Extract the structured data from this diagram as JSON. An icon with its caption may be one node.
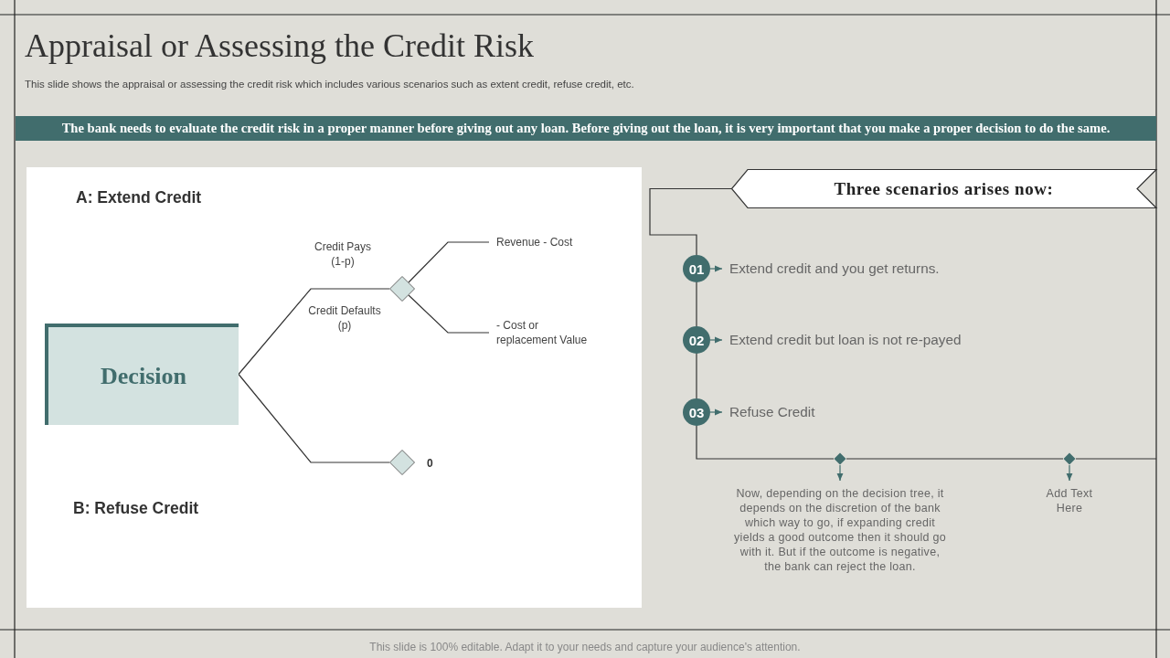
{
  "diagram": {
    "title": "Appraisal or Assessing the Credit Risk",
    "nodes": [
      {
        "text": [
          "The bank needs to evaluate the credit risk in a proper manner before giving out any loan. Before giving out the loan, it is very important that you make a proper decision to do the same."
        ]
      },
      {
        "text": [
          "A: Extend Credit",
          "B: Refuse Credit"
        ]
      },
      {
        "text": [
          "Decision"
        ],
        "in": 1
      },
      {
        "text": [],
        "shape": "diamond",
        "in": 1
      },
      {
        "text": [],
        "shape": "diamond",
        "in": 1,
        "beside": [
          "0"
        ]
      },
      {
        "text": [
          "Revenue - Cost"
        ],
        "in": 1
      },
      {
        "text": [
          "- Cost or replacement Value"
        ],
        "in": 1
      },
      {
        "text": [
          "Three scenarios arises now:"
        ]
      },
      {
        "text": [
          "01"
        ]
      },
      {
        "text": [
          "Extend credit and you get returns."
        ]
      },
      {
        "text": [
          "02"
        ]
      },
      {
        "text": [
          "Extend credit but loan is not re-payed"
        ]
      },
      {
        "text": [
          "03"
        ]
      },
      {
        "text": [
          "Refuse Credit"
        ]
      },
      {
        "text": [],
        "shape": "diamond"
      },
      {
        "text": [
          "Now, depending on the decision tree, it depends on the discretion of the bank which way to go, if expanding credit yields a good outcome then it should go with it. But if the outcome is negative, the bank can reject the loan."
        ]
      },
      {
        "text": [],
        "shape": "diamond"
      },
      {
        "text": [
          "Add Text Here"
        ]
      }
    ],
    "edges": [
      {
        "from": 2,
        "to": 3,
        "arrow": "none"
      },
      {
        "from": 2,
        "to": 4,
        "arrow": "none"
      },
      {
        "from": 3,
        "to": 5,
        "arrow": "none"
      },
      {
        "from": 3,
        "to": 6,
        "arrow": "none"
      },
      {
        "from": 7,
        "to": 8,
        "arrow": "none"
      },
      {
        "from": 8,
        "to": 10,
        "arrow": "none"
      },
      {
        "from": 10,
        "to": 12,
        "arrow": "none"
      },
      {
        "from": 12,
        "to": 14,
        "arrow": "none"
      },
      {
        "from": 14,
        "to": 16,
        "arrow": "none"
      },
      {
        "from": 16,
        "to": null,
        "arrow": "none"
      },
      {
        "from": 8,
        "to": 9,
        "arrow": "to",
        "color": "#416d6d"
      },
      {
        "from": 10,
        "to": 11,
        "arrow": "to",
        "color": "#416d6d"
      },
      {
        "from": 12,
        "to": 13,
        "arrow": "to",
        "color": "#416d6d"
      },
      {
        "from": 14,
        "to": 15,
        "arrow": "to",
        "color": "#416d6d"
      },
      {
        "from": 16,
        "to": 17,
        "arrow": "to",
        "color": "#416d6d"
      }
    ],
    "labels": [
      "This slide shows the appraisal or assessing the credit risk which includes various scenarios such as extent credit, refuse credit, etc.",
      "Credit Pays (1-p)",
      "Credit Defaults (p)",
      "This slide is 100% editable. Adapt it to your needs and capture your audience's attention."
    ]
  }
}
